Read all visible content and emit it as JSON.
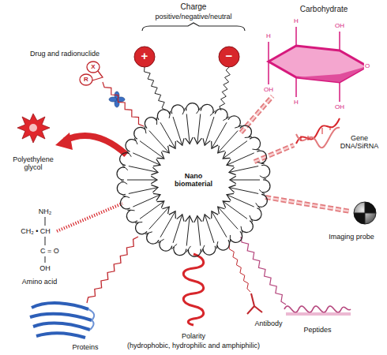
{
  "diagram": {
    "nodes": [
      {
        "text": [
          "Nano biomaterial"
        ]
      }
    ],
    "labels": [
      "Charge",
      "positive/negative/neutral",
      "+",
      "−",
      "Drug and radionuclide",
      "X",
      "R",
      "Carbohydrate",
      "H",
      "H",
      "OH",
      "O",
      "OH",
      "H",
      "OH",
      "Polyethylene glycol",
      "Gene DNA/SiRNA",
      "NH₂",
      "CH₂ • CH",
      "C = O",
      "OH",
      "Amino acid",
      "Imaging probe",
      "Peptides",
      "Antibody",
      "Polarity",
      "(hydrophobic, hydrophilic and amphiphilic)",
      "Proteins"
    ]
  }
}
